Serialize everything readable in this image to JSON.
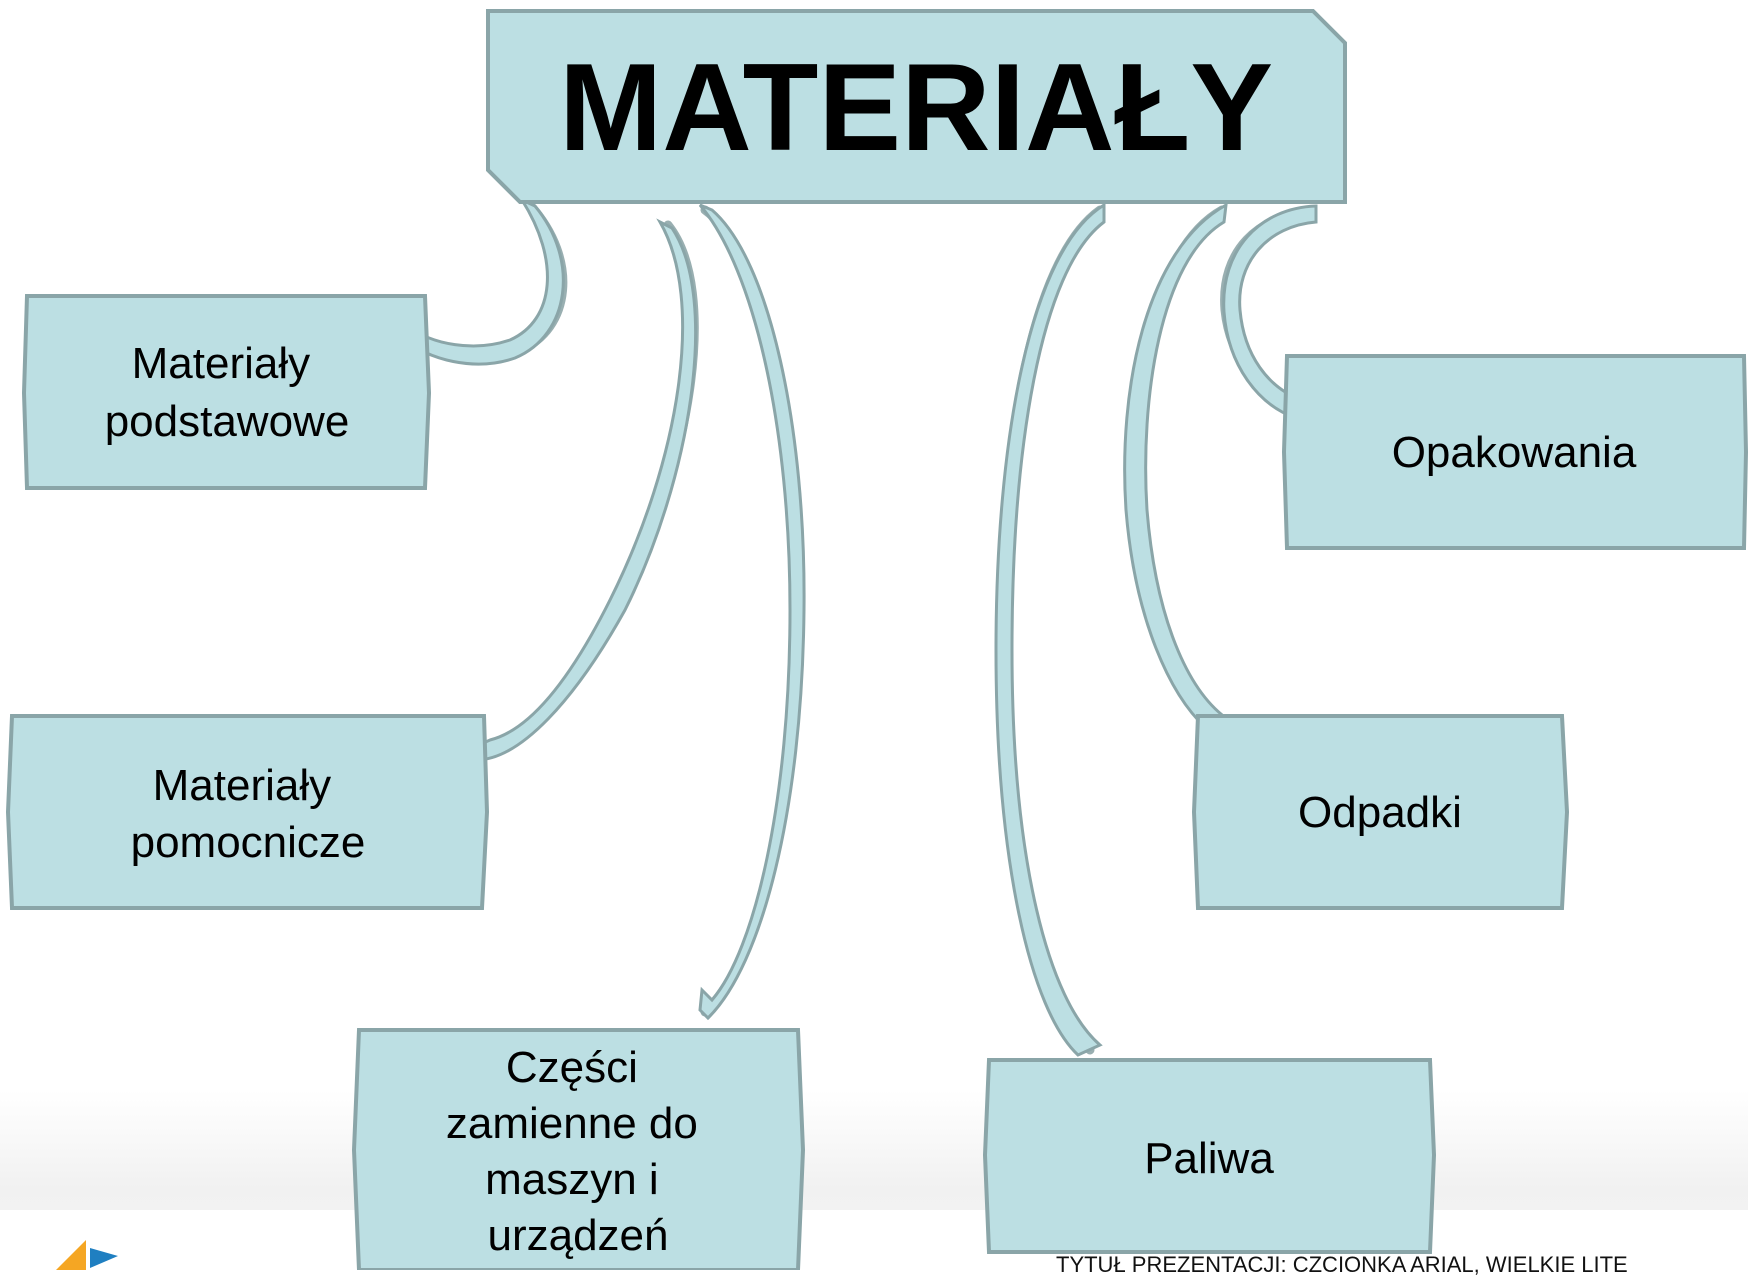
{
  "diagram": {
    "title": "MATERIAŁY",
    "nodes": [
      {
        "id": "materialy-podstawowe",
        "lines": [
          "Materiały",
          "podstawowe"
        ]
      },
      {
        "id": "materialy-pomocnicze",
        "lines": [
          "Materiały",
          "pomocnicze"
        ]
      },
      {
        "id": "czesci-zamienne",
        "lines": [
          "Części",
          "zamienne do",
          "maszyn i",
          "urządzeń"
        ]
      },
      {
        "id": "paliwa",
        "lines": [
          "Paliwa"
        ]
      },
      {
        "id": "odpadki",
        "lines": [
          "Odpadki"
        ]
      },
      {
        "id": "opakowania",
        "lines": [
          "Opakowania"
        ]
      }
    ]
  },
  "footer": {
    "text": "TYTUŁ PREZENTACJI: CZCIONKA ARIAL, WIELKIE LITE"
  },
  "colors": {
    "box_fill": "#bcdfe3",
    "box_stroke": "#8aa5a8",
    "logo_orange": "#f5a623",
    "logo_blue": "#1f7fc1"
  },
  "icons": {
    "logo": "logo-icon"
  }
}
